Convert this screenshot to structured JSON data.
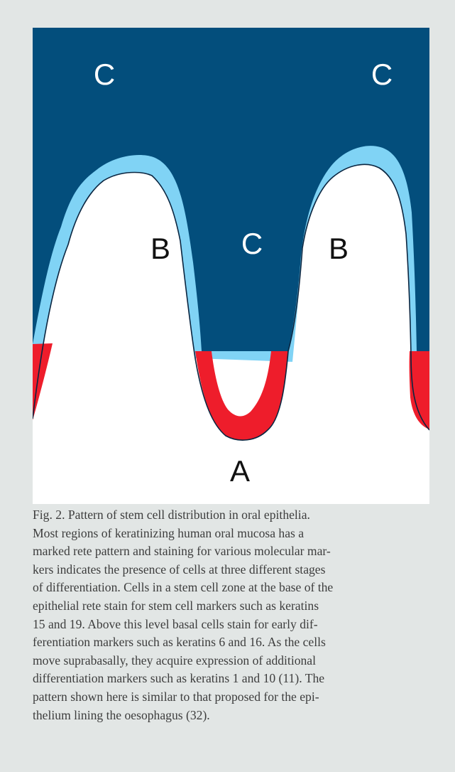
{
  "diagram": {
    "labels": [
      {
        "id": "c-top-left",
        "text": "C"
      },
      {
        "id": "c-top-right",
        "text": "C"
      },
      {
        "id": "b-left",
        "text": "B"
      },
      {
        "id": "c-middle",
        "text": "C"
      },
      {
        "id": "b-right",
        "text": "B"
      },
      {
        "id": "a-bottom",
        "text": "A"
      }
    ],
    "colors": {
      "background": "#e2e6e5",
      "zone_c": "#034e7c",
      "zone_b": "#80d3f5",
      "zone_a": "#ee1d2b",
      "connective_tissue": "#ffffff",
      "label_text": "#ffffff",
      "label_text_dark": "#111111"
    }
  },
  "caption": {
    "lines": [
      "Fig. 2. Pattern of stem cell distribution in oral epithelia.",
      "Most regions of keratinizing human oral mucosa has a",
      "marked rete pattern and staining for various molecular mar-",
      "kers indicates the presence of cells at three different stages",
      "of differentiation. Cells in a stem cell zone at the base of the",
      "epithelial rete stain for stem cell markers such as keratins",
      "15 and 19. Above this level basal cells stain for early dif-",
      "ferentiation markers such as keratins 6 and 16. As the cells",
      "move suprabasally, they acquire expression of additional",
      "differentiation markers such as keratins 1 and 10 (11). The",
      "pattern shown here is similar to that proposed for the epi-",
      "thelium lining the oesophagus (32)."
    ]
  }
}
